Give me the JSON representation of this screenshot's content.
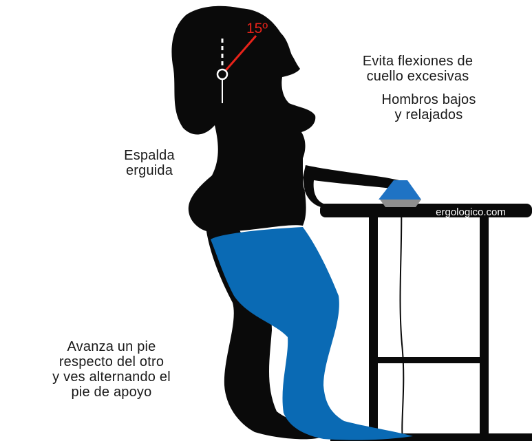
{
  "annotations": {
    "neck": [
      "Evita flexiones de",
      "cuello excesivas"
    ],
    "shoulders": [
      "Hombros bajos",
      "y relajados"
    ],
    "back": [
      "Espalda",
      "erguida"
    ],
    "feet": [
      "Avanza un pie",
      "respecto del otro",
      "y ves alternando el",
      "pie de apoyo"
    ]
  },
  "angle_label": "15º",
  "watermark": "ergologico.com",
  "colors": {
    "silhouette": "#0a0a0a",
    "trousers": "#0a6ab4",
    "angle_line": "#e8231a",
    "mouse": "#1f73c4",
    "mouse_base": "#8e8e8e",
    "background": "#ffffff"
  }
}
